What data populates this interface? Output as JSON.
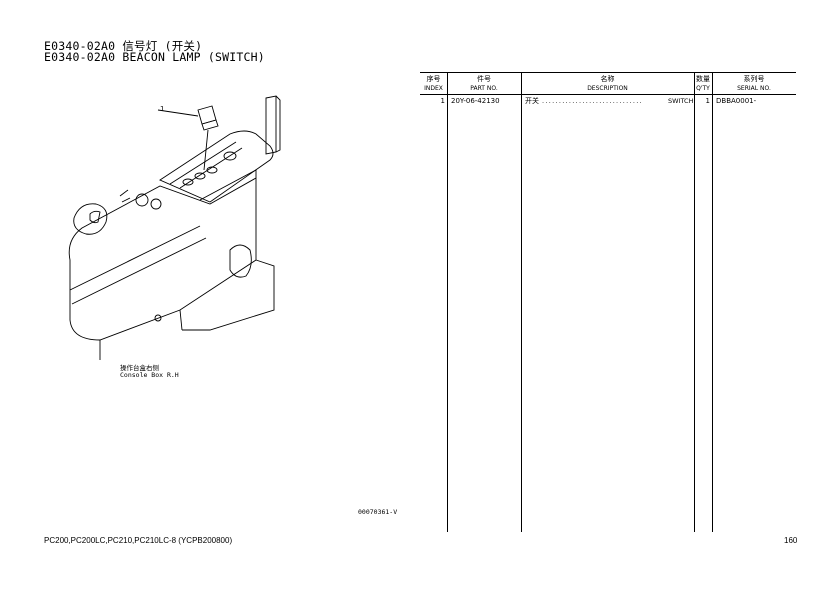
{
  "header": {
    "title_cn": "E0340-02A0 信号灯 (开关)",
    "title_en": "E0340-02A0 BEACON LAMP (SWITCH)"
  },
  "table": {
    "columns": [
      {
        "cn": "序号",
        "en": "INDEX"
      },
      {
        "cn": "件号",
        "en": "PART NO."
      },
      {
        "cn": "名称",
        "en": "DESCRIPTION"
      },
      {
        "cn": "数量",
        "en": "Q'TY"
      },
      {
        "cn": "系列号",
        "en": "SERIAL NO."
      }
    ],
    "rows": [
      {
        "index": "1",
        "part_no": "20Y-06-42130",
        "desc_cn": "开关",
        "desc_dots": "..............................",
        "desc_en": "SWITCH",
        "qty": "1",
        "serial": "DBBA0001-"
      }
    ]
  },
  "illustration": {
    "callout": "1",
    "caption_cn": "操作台盒右侧",
    "caption_en": "Console Box R.H",
    "drawing_no": "00070361-V"
  },
  "footer": {
    "models": "PC200,PC200LC,PC210,PC210LC-8 (YCPB200800)",
    "page": "160"
  }
}
